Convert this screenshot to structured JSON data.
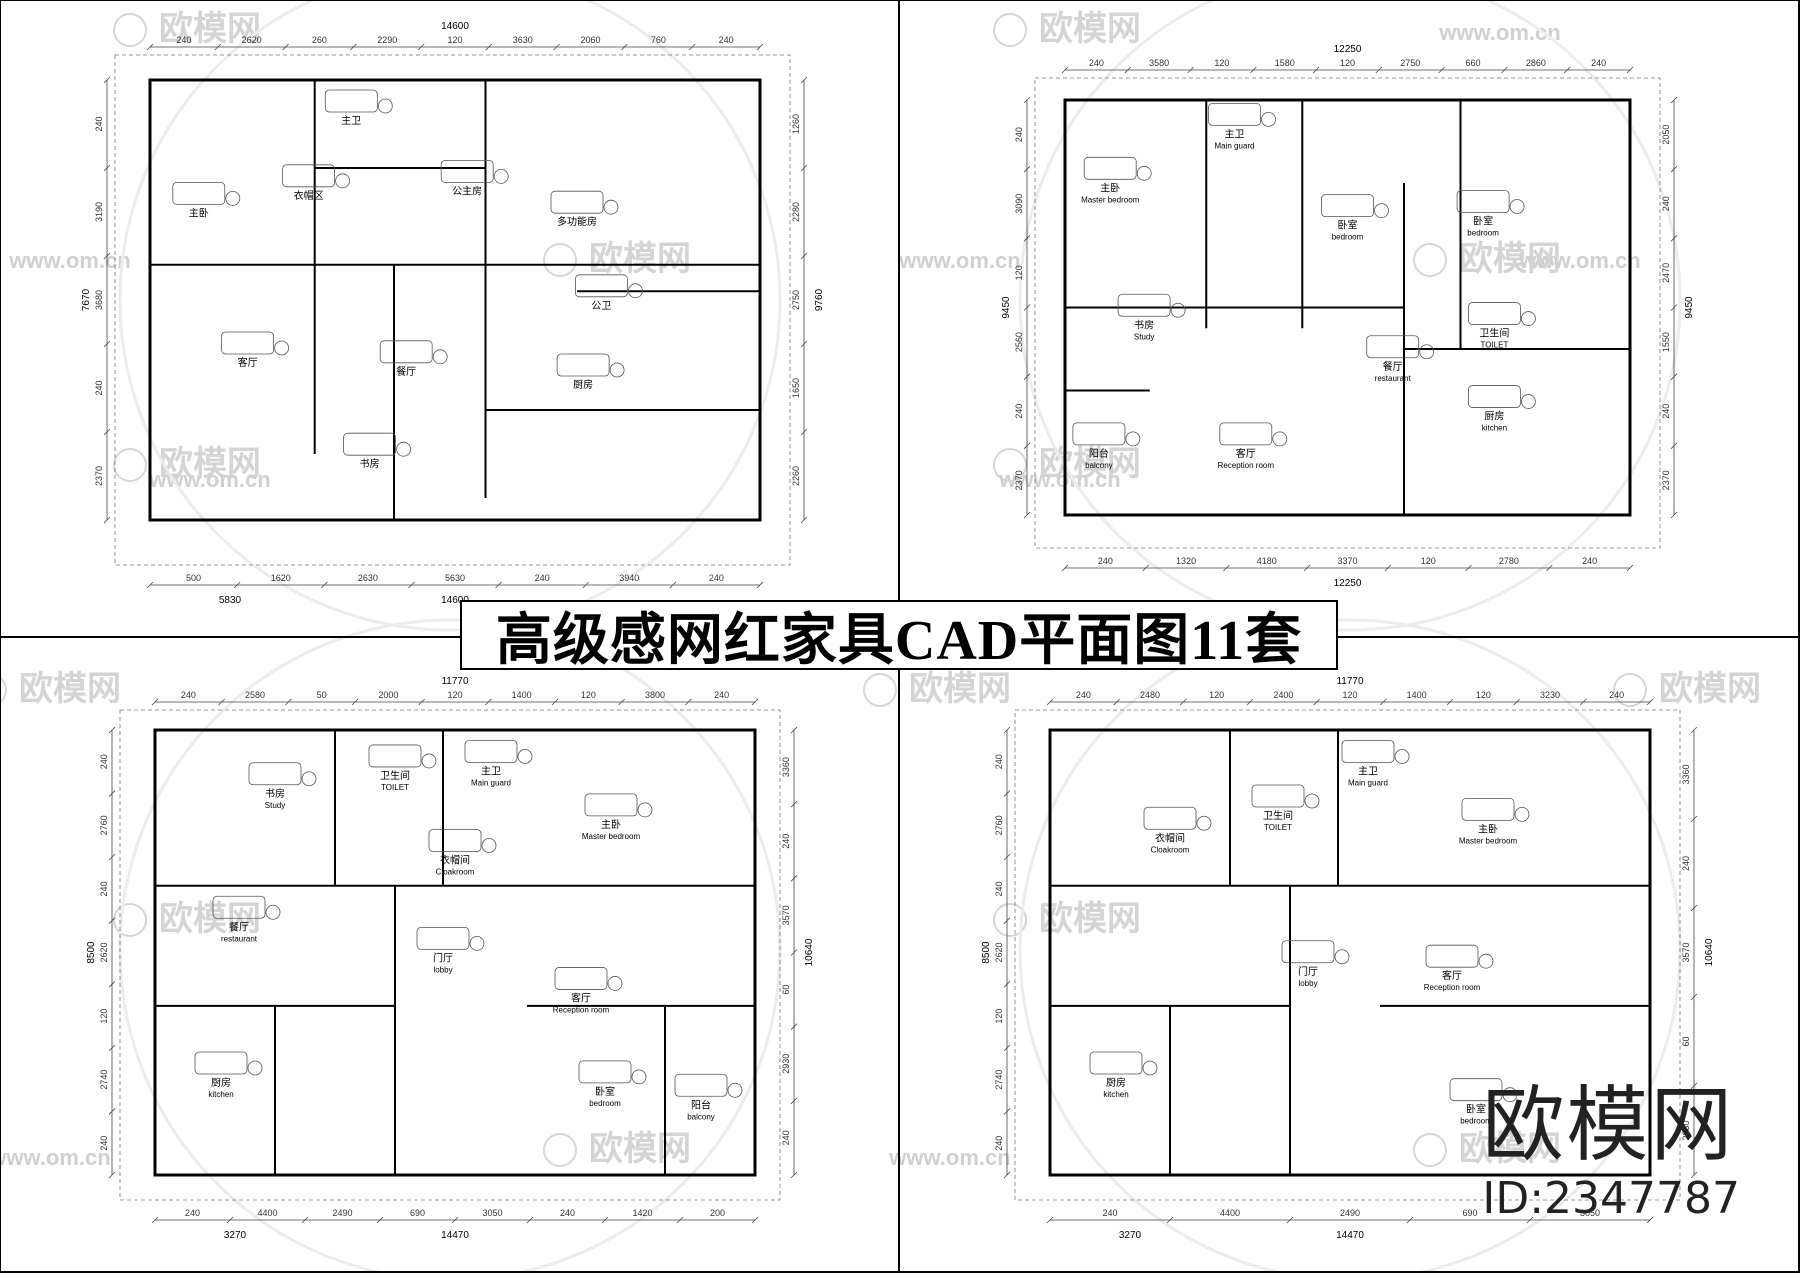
{
  "title": "高级感网红家具CAD平面图11套",
  "brand": {
    "name": "欧模网",
    "id": "ID:2347787"
  },
  "watermark": {
    "text": "欧模网",
    "url": "www.om.cn",
    "url_short": "om.cn"
  },
  "plans": [
    {
      "rooms": [
        "主卫",
        "衣帽区",
        "公主房",
        "多功能房",
        "主卧",
        "公卫",
        "厨房",
        "餐厅",
        "客厅",
        "书房"
      ],
      "top_dims": [
        "240",
        "2620",
        "260",
        "2290",
        "120",
        "3630",
        "2060",
        "760",
        "240"
      ],
      "top_total": "14600",
      "bottom_dims": [
        "500",
        "1620",
        "2630",
        "5630",
        "240",
        "3940",
        "240"
      ],
      "bottom_total": "14600",
      "bottom_sub": "5830",
      "left_dims": [
        "240",
        "3190",
        "3680",
        "240",
        "2370"
      ],
      "left_total": "7670",
      "right_dims": [
        "1260",
        "2280",
        "2750",
        "1650",
        "2260"
      ],
      "right_total": "9760"
    },
    {
      "rooms": [
        "主卧 Master bedroom",
        "主卫 Main guard",
        "卧室 bedroom",
        "卧室 bedroom",
        "书房 Study",
        "卫生间 TOILET",
        "餐厅 restaurant",
        "客厅 Reception room",
        "阳台 balcony",
        "厨房 kitchen"
      ],
      "top_dims": [
        "240",
        "3580",
        "120",
        "1580",
        "120",
        "2750",
        "660",
        "2860",
        "240"
      ],
      "top_total": "12250",
      "bottom_dims": [
        "240",
        "1320",
        "4180",
        "3370",
        "120",
        "2780",
        "240"
      ],
      "bottom_total": "12250",
      "left_dims": [
        "240",
        "3090",
        "120",
        "2560",
        "240",
        "2370"
      ],
      "left_total": "9450",
      "right_dims": [
        "2050",
        "240",
        "2470",
        "1550",
        "240",
        "2370"
      ],
      "right_total": "9450"
    },
    {
      "rooms": [
        "书房 Study",
        "卫生间 TOILET",
        "主卫 Main guard",
        "主卧 Master bedroom",
        "衣帽间 Cloakroom",
        "餐厅 restaurant",
        "门厅 lobby",
        "客厅 Reception room",
        "厨房 kitchen",
        "卧室 bedroom",
        "阳台 balcony"
      ],
      "top_dims": [
        "240",
        "2580",
        "50",
        "2000",
        "120",
        "1400",
        "120",
        "3800",
        "240"
      ],
      "top_total": "11770",
      "bottom_dims": [
        "240",
        "4400",
        "2490",
        "690",
        "3050",
        "240",
        "1420",
        "200"
      ],
      "bottom_total": "14470",
      "bottom_sub": "3270",
      "left_dims": [
        "240",
        "2760",
        "240",
        "2620",
        "120",
        "2740",
        "240"
      ],
      "left_total": "8500",
      "right_dims": [
        "3360",
        "240",
        "3570",
        "60",
        "2930",
        "240"
      ],
      "right_total": "10640"
    },
    {
      "rooms": [
        "衣帽间 Cloakroom",
        "卫生间 TOILET",
        "主卫 Main guard",
        "主卧 Master bedroom",
        "门厅 lobby",
        "客厅 Reception room",
        "厨房 kitchen",
        "卧室 bedroom"
      ],
      "top_dims": [
        "240",
        "2480",
        "120",
        "2400",
        "120",
        "1400",
        "120",
        "3230",
        "240"
      ],
      "top_total": "11770",
      "bottom_dims": [
        "240",
        "4400",
        "2490",
        "690",
        "3050"
      ],
      "bottom_total": "14470",
      "bottom_sub": "3270",
      "left_dims": [
        "240",
        "2760",
        "240",
        "2620",
        "120",
        "2740",
        "240"
      ],
      "left_total": "8500",
      "right_dims": [
        "3360",
        "240",
        "3570",
        "60",
        "2930"
      ],
      "right_total": "10640"
    }
  ]
}
